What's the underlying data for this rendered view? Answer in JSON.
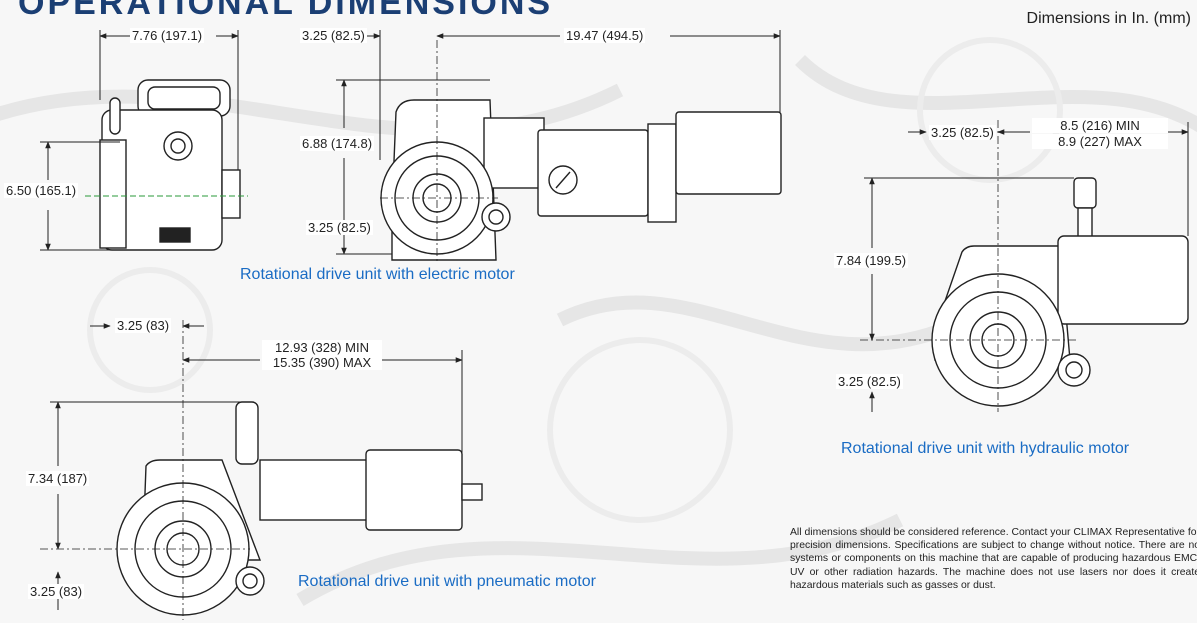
{
  "header": {
    "title": "OPERATIONAL DIMENSIONS",
    "units_note": "Dimensions in In. (mm)"
  },
  "electric": {
    "caption": "Rotational drive unit with electric motor",
    "dim_width": "7.76 (197.1)",
    "dim_height": "6.50 (165.1)",
    "dim_center_offset": "3.25 (82.5)",
    "dim_length": "19.47 (494.5)",
    "dim_total_height": "6.88 (174.8)",
    "dim_center_height": "3.25 (82.5)"
  },
  "pneumatic": {
    "caption": "Rotational drive unit with pneumatic motor",
    "dim_center_offset": "3.25 (83)",
    "dim_length_min": "12.93 (328) MIN",
    "dim_length_max": "15.35 (390) MAX",
    "dim_total_height": "7.34 (187)",
    "dim_center_height": "3.25 (83)"
  },
  "hydraulic": {
    "caption": "Rotational drive unit with hydraulic motor",
    "dim_center_offset": "3.25 (82.5)",
    "dim_length_min": "8.5 (216) MIN",
    "dim_length_max": "8.9 (227) MAX",
    "dim_total_height": "7.84 (199.5)",
    "dim_center_height": "3.25 (82.5)"
  },
  "disclaimer": "All dimensions should be considered reference. Contact your CLIMAX Representative for precision dimensions. Specifications are subject to change without notice. There are no systems or components on this machine that are capable of producing hazardous EMC, UV or other radiation hazards. The machine does not use lasers nor does it create hazardous materials such as gasses or dust."
}
